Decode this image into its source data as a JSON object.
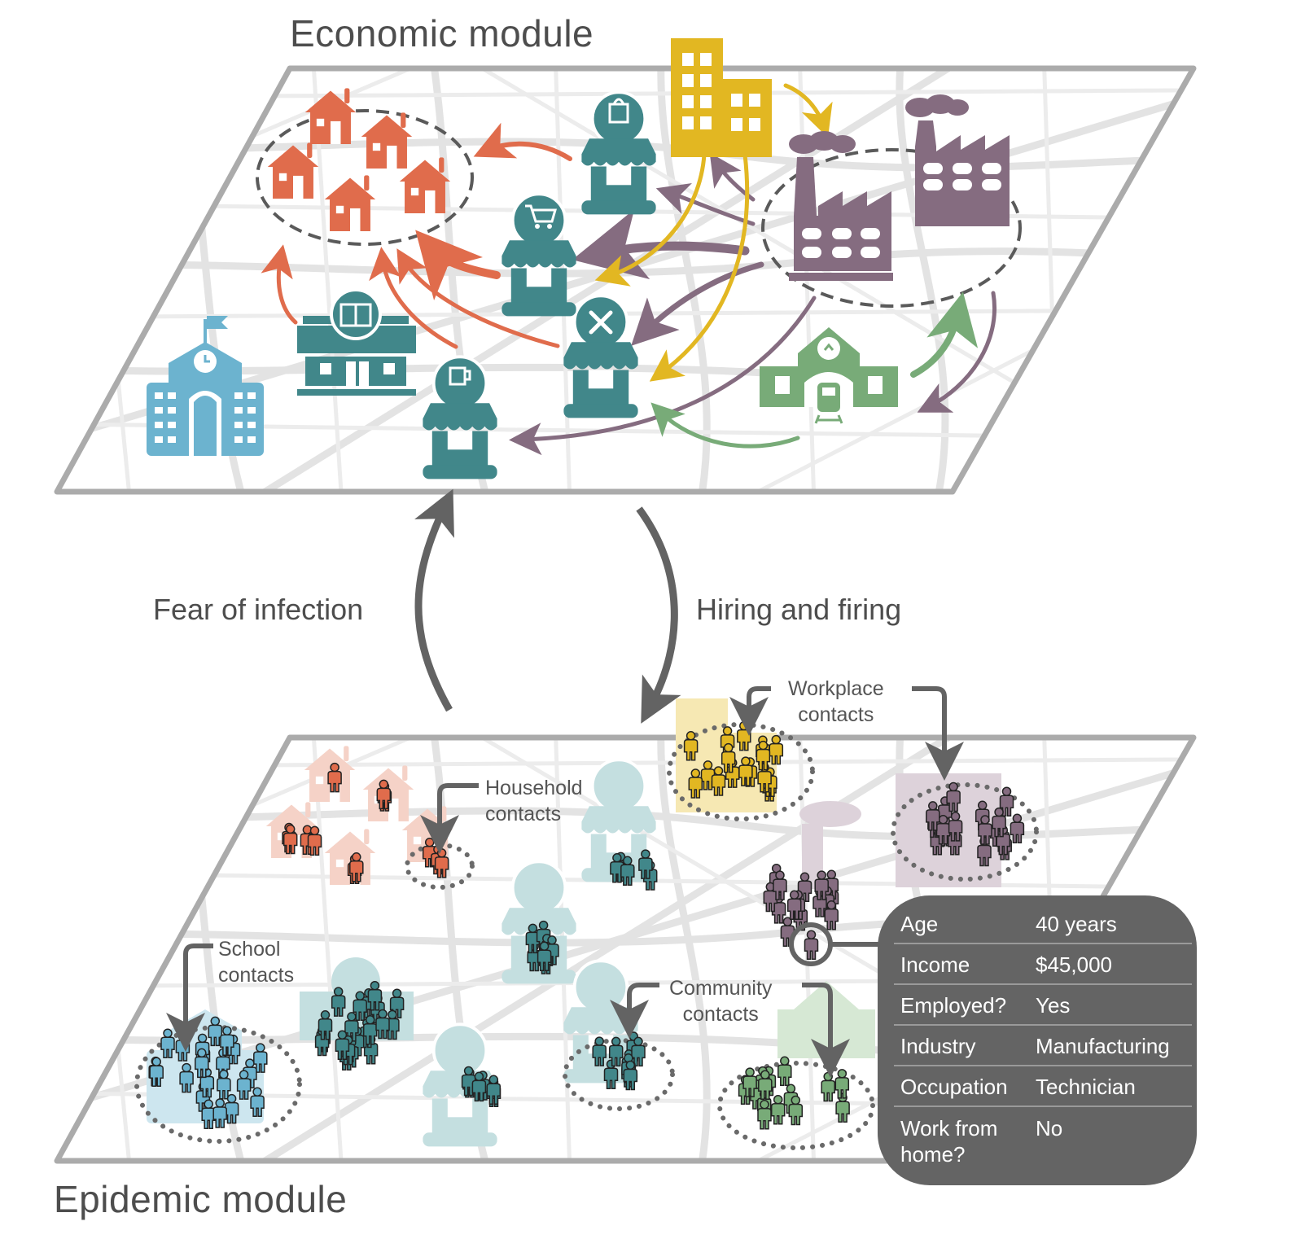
{
  "titles": {
    "economic": "Economic module",
    "epidemic": "Epidemic module"
  },
  "feedback_loop": {
    "left_label": "Fear of infection",
    "right_label": "Hiring and firing"
  },
  "contact_labels": {
    "workplace": [
      "Workplace",
      "contacts"
    ],
    "household": [
      "Household",
      "contacts"
    ],
    "school": [
      "School",
      "contacts"
    ],
    "community": [
      "Community",
      "contacts"
    ]
  },
  "agent_card": {
    "rows": [
      {
        "key": "Age",
        "value": "40 years"
      },
      {
        "key": "Income",
        "value": "$45,000"
      },
      {
        "key": "Employed?",
        "value": "Yes"
      },
      {
        "key": "Industry",
        "value": "Manufacturing"
      },
      {
        "key": "Occupation",
        "value": "Technician"
      },
      {
        "key": "Work from home?",
        "value": "No"
      }
    ]
  },
  "economic_icons": [
    "house-icon",
    "school-icon",
    "cinema-icon",
    "bar-icon",
    "restaurant-icon",
    "grocery-store-icon",
    "shop-icon",
    "office-building-icon",
    "factory-icon",
    "train-station-icon"
  ],
  "colors": {
    "households": "#e06c4c",
    "consumer_businesses": "#41878a",
    "office": "#e2b722",
    "factories": "#856c80",
    "transport": "#78ab78",
    "school": "#6cb3cf",
    "map_border": "#ababab",
    "dark_arrow": "#636363",
    "card_bg": "#646464"
  }
}
